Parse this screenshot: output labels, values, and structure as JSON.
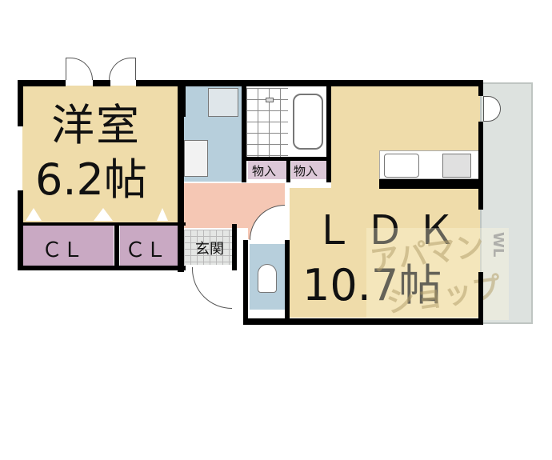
{
  "floorplan": {
    "rooms": {
      "western_room": {
        "name": "洋室",
        "size": "6.2帖"
      },
      "closet_1": {
        "label": "ＣＬ"
      },
      "closet_2": {
        "label": "ＣＬ"
      },
      "storage_1": {
        "label": "物入"
      },
      "storage_2": {
        "label": "物入"
      },
      "entrance": {
        "label": "玄関"
      },
      "ldk": {
        "name": "ＬＤＫ",
        "size": "10.7帖"
      }
    },
    "watermark": {
      "text_line1": "アパマン",
      "text_line2": "ショップ",
      "mark": "WL"
    },
    "colors": {
      "western_room": "#efdcaa",
      "ldk": "#efdcaa",
      "closet": "#c9a9c3",
      "washroom": "#b7cfdc",
      "hallway": "#f5c7b4",
      "balcony": "#dde2df",
      "wall": "#000000"
    }
  }
}
